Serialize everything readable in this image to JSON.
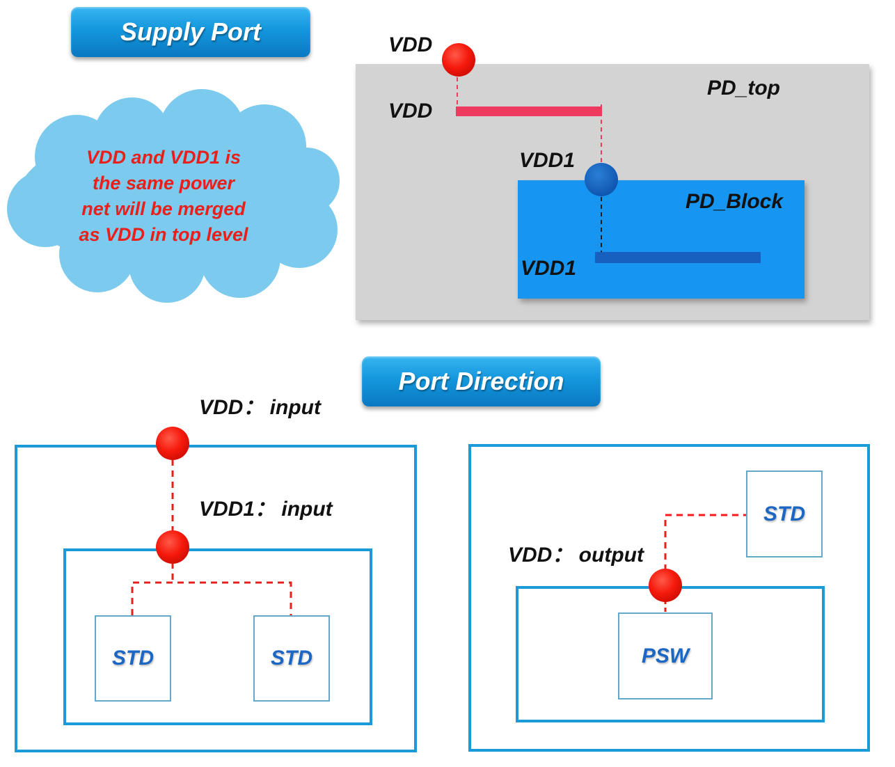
{
  "supply_port": {
    "title": "Supply Port",
    "cloud_lines": [
      "VDD and VDD1 is",
      "the same power",
      "net will be merged",
      "as VDD in top level"
    ],
    "outer_port_label": "VDD",
    "top_rail_label": "VDD",
    "top_domain_label": "PD_top",
    "block_port_label": "VDD1",
    "block_domain_label": "PD_Block",
    "block_rail_label": "VDD1"
  },
  "port_direction": {
    "title": "Port Direction",
    "left": {
      "outer_port_label": "VDD： input",
      "inner_port_label": "VDD1： input",
      "cells": [
        "STD",
        "STD"
      ]
    },
    "right": {
      "port_label": "VDD： output",
      "std_cell": "STD",
      "psw_cell": "PSW"
    }
  },
  "colors": {
    "pill_blue": "#1497dd",
    "cloud_blue": "#7ccbee",
    "cloud_text_red": "#e8201c",
    "port_red": "#ff1a0d",
    "rail_pink": "#ee3a5e",
    "block_blue": "#1296f0",
    "block_port_blue": "#1565c0",
    "top_grey": "#d3d3d3",
    "outline_blue": "#1a9ad6",
    "cell_text_blue": "#1c66c4"
  }
}
